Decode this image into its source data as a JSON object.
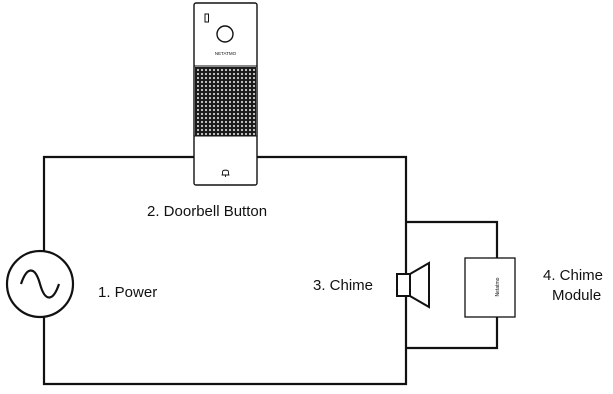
{
  "labels": {
    "power": "1. Power",
    "doorbell_button": "2. Doorbell Button",
    "chime": "3. Chime",
    "chime_module_line1": "4. Chime",
    "chime_module_line2": "Module"
  },
  "doorbell": {
    "brand": "NETATMO"
  },
  "chime_module": {
    "brand": "Netatmo"
  },
  "colors": {
    "line": "#111111",
    "grille_dark": "#1a1a1a"
  },
  "icons": {
    "power": "ac-sine-wave-icon",
    "chime": "speaker-icon",
    "doorbell": "bell-icon"
  }
}
